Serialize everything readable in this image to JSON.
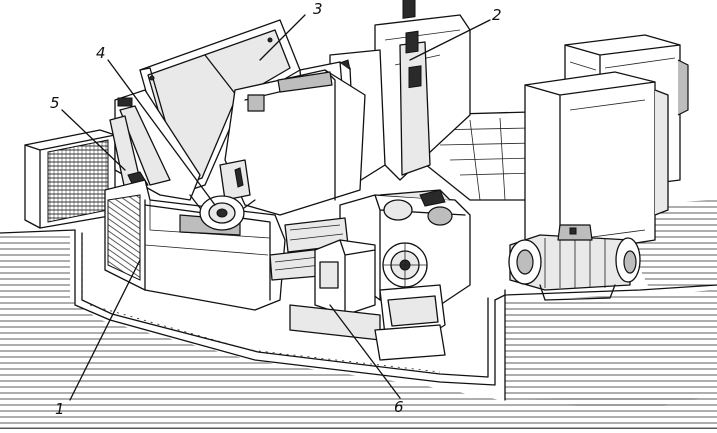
{
  "figure": {
    "callouts": [
      {
        "id": "1",
        "text": "1"
      },
      {
        "id": "2",
        "text": "2"
      },
      {
        "id": "3",
        "text": "3"
      },
      {
        "id": "4",
        "text": "4"
      },
      {
        "id": "5",
        "text": "5"
      },
      {
        "id": "6",
        "text": "6"
      }
    ]
  }
}
